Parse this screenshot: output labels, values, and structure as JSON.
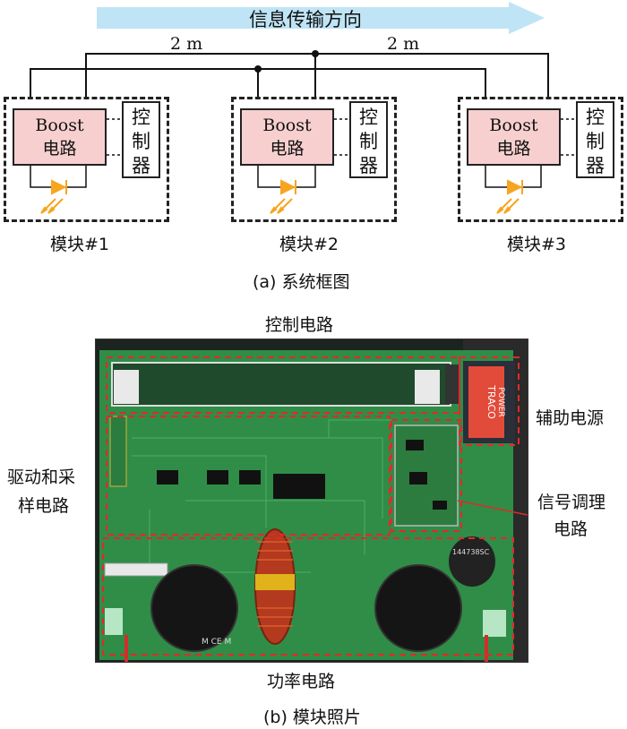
{
  "arrow_label": "信息传输方向",
  "distance_left": "2 m",
  "distance_right": "2 m",
  "modules": [
    {
      "boost": "Boost",
      "boost2": "电路",
      "controller": [
        "控",
        "制",
        "器"
      ],
      "label": "模块#1"
    },
    {
      "boost": "Boost",
      "boost2": "电路",
      "controller": [
        "控",
        "制",
        "器"
      ],
      "label": "模块#2"
    },
    {
      "boost": "Boost",
      "boost2": "电路",
      "controller": [
        "控",
        "制",
        "器"
      ],
      "label": "模块#3"
    }
  ],
  "caption_a": "(a) 系统框图",
  "caption_b": "(b) 模块照片",
  "photo_labels": {
    "top": "控制电路",
    "aux": "辅助电源",
    "drive_1": "驱动和采",
    "drive_2": "样电路",
    "signal_1": "信号调理",
    "signal_2": "电路",
    "power": "功率电路",
    "traco_1": "TRACO",
    "traco_2": "POWER",
    "part_code": "144738SC",
    "cap_mark": "M CE M"
  },
  "colors": {
    "arrow": "#bfe4f5",
    "boost_fill": "#f8cfcf",
    "led": "#f7a520",
    "pcb": "#2e8a45",
    "dash_red": "#e02a2a"
  }
}
